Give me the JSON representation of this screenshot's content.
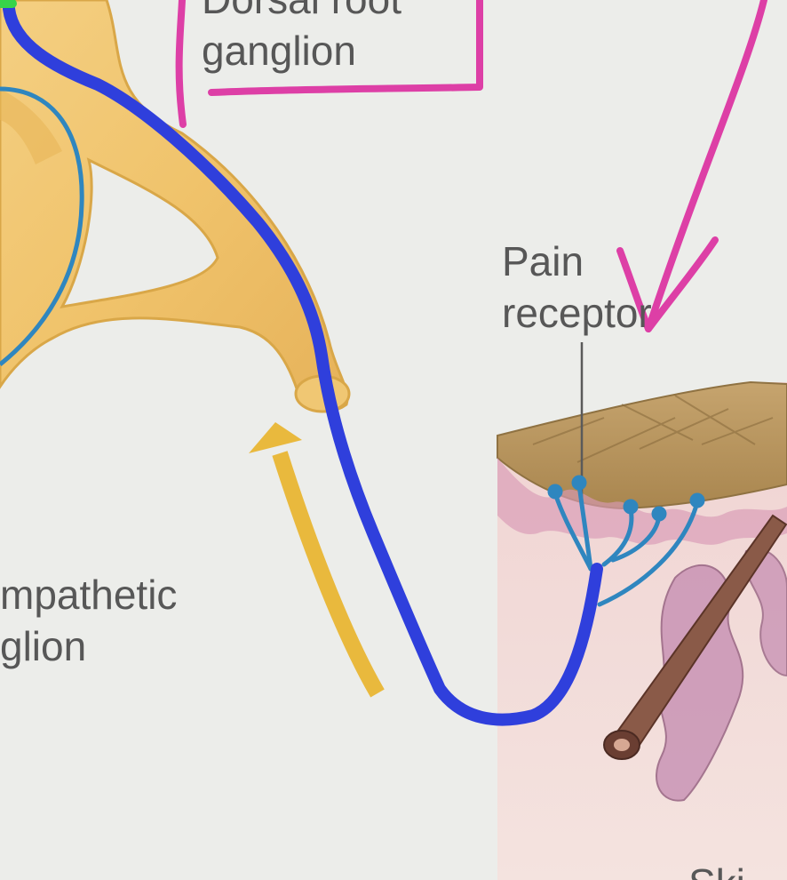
{
  "labels": {
    "dorsal_root_ganglion": {
      "line1": "Dorsal root",
      "line2": "ganglion"
    },
    "pain_receptor": {
      "line1": "Pain",
      "line2": "receptor"
    },
    "sympathetic_ganglion": {
      "line1": "mpathetic",
      "line2": "glion"
    },
    "skin": "Ski"
  },
  "colors": {
    "background": "#ecedea",
    "nerve_fill": "#f0c36b",
    "nerve_edge": "#d9a748",
    "sensory_fiber": "#2f3fdc",
    "receptor_fiber": "#2f86bf",
    "annotation_pink": "#dd3fa6",
    "direction_arrow": "#e9b93d",
    "skin_surface": "#b8955f",
    "skin_dermis": "#efd2d0",
    "hair": "#7a4b3f"
  },
  "icons": {
    "direction_arrow": "up-arrow-icon",
    "annotation_arrow": "down-arrow-icon"
  }
}
